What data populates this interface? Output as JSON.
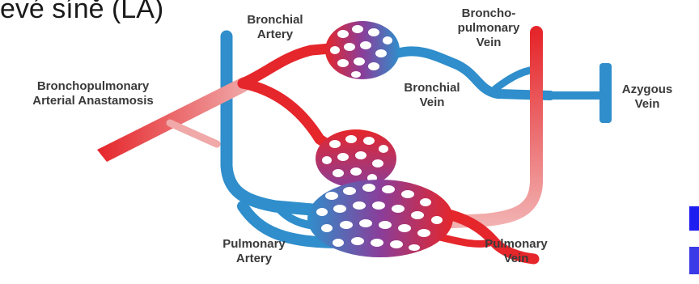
{
  "slide": {
    "title_fragment": "evé síně (LA)"
  },
  "labels": {
    "bronchopulmonary_anastomosis": "Bronchopulmonary\nArterial Anastamosis",
    "bronchial_artery": "Bronchial\nArtery",
    "broncho_pulmonary_vein": "Broncho-\npulmonary\nVein",
    "bronchial_vein": "Bronchial\nVein",
    "azygous_vein": "Azygous\nVein",
    "pulmonary_artery": "Pulmonary\nArtery",
    "pulmonary_vein": "Pulmonary\nVein"
  },
  "colors": {
    "arterial_red": "#e5262b",
    "venous_blue": "#2f8ecb",
    "mixed_purple": "#8a3e9a",
    "label_gray": "#3a3a3a",
    "edge_fragment_blue": "#1d1df2"
  }
}
